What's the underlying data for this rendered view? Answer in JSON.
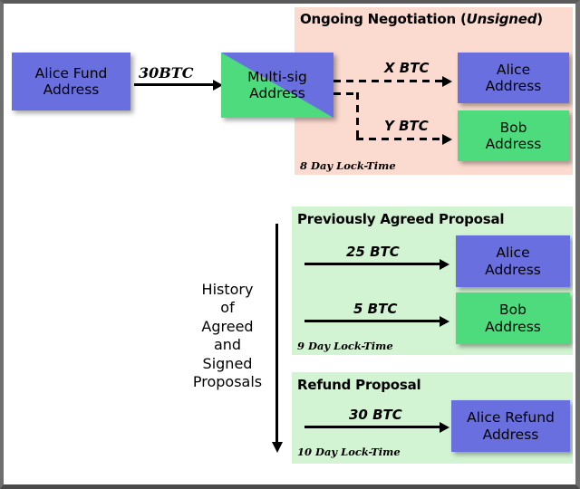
{
  "diagram": {
    "title_colors": {
      "blue_address": "#6a6fdf",
      "green_address": "#4ddb7e",
      "pink_panel": "#fbdbd0",
      "green_panel": "#d2f4d2"
    },
    "funding": {
      "source_box": "Alice Fund\nAddress",
      "amount_label": "30BTC",
      "multisig_box": "Multi-sig\nAddress"
    },
    "history": {
      "label": "History\nof\nAgreed\nand\nSigned\nProposals"
    },
    "sections": [
      {
        "id": "ongoing",
        "title_main": "Ongoing Negotiation (",
        "title_em": "Unsigned",
        "title_tail": ")",
        "locktime": "8 Day Lock-Time",
        "panel_color": "#fbdbd0",
        "flows": [
          {
            "amount": "X BTC",
            "target": "Alice\nAddress",
            "target_color": "blue"
          },
          {
            "amount": "Y BTC",
            "target": "Bob\nAddress",
            "target_color": "green"
          }
        ]
      },
      {
        "id": "agreed",
        "title_main": "Previously Agreed Proposal",
        "title_em": "",
        "title_tail": "",
        "locktime": "9 Day Lock-Time",
        "panel_color": "#d2f4d2",
        "flows": [
          {
            "amount": "25 BTC",
            "target": "Alice\nAddress",
            "target_color": "blue"
          },
          {
            "amount": "5 BTC",
            "target": "Bob\nAddress",
            "target_color": "green"
          }
        ]
      },
      {
        "id": "refund",
        "title_main": "Refund Proposal",
        "title_em": "",
        "title_tail": "",
        "locktime": "10 Day Lock-Time",
        "panel_color": "#d2f4d2",
        "flows": [
          {
            "amount": "30 BTC",
            "target": "Alice Refund\nAddress",
            "target_color": "blue"
          }
        ]
      }
    ]
  }
}
